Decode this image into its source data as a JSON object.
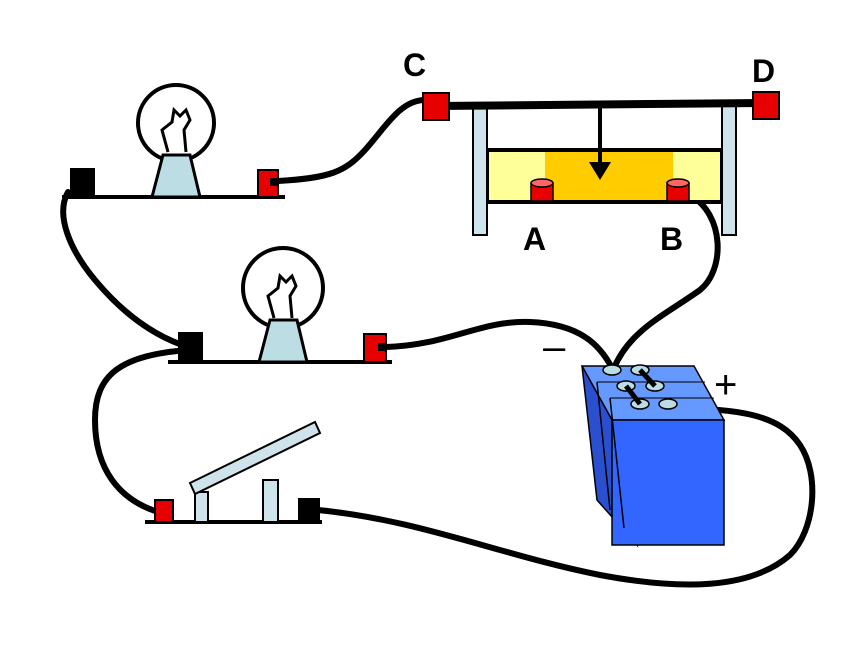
{
  "labels": {
    "c": "C",
    "d": "D",
    "a": "A",
    "b": "B",
    "minus": "–",
    "plus": "+"
  },
  "colors": {
    "terminal_red": "#e60000",
    "terminal_black": "#000000",
    "rheostat_body": "#ffff99",
    "rheostat_slider": "#ffcc00",
    "battery_front": "#3366ff",
    "battery_side": "#2a50d0",
    "battery_top": "#6699ff",
    "support": "#cfe3ea",
    "bulb_glass": "#bcdde3"
  },
  "icons": {
    "bulb_top": "light-bulb-icon",
    "bulb_middle": "light-bulb-icon",
    "switch": "knife-switch-icon",
    "battery": "battery-icon",
    "rheostat": "sliding-rheostat-icon"
  }
}
